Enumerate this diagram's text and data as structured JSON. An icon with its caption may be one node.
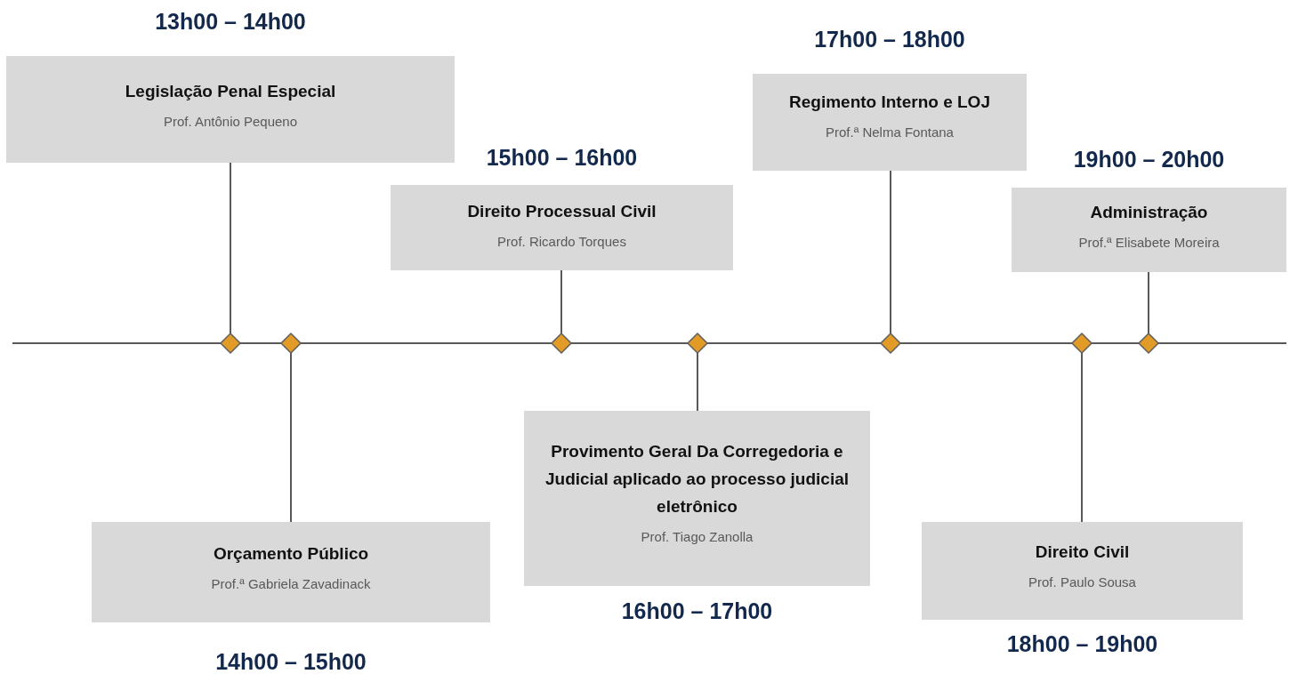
{
  "diagram": {
    "nodes": [
      {
        "text": [
          "Legislação Penal Especial",
          "Prof. Antônio Pequeno"
        ],
        "beside": [
          "13h00 – 14h00"
        ]
      },
      {
        "text": [
          "Orçamento Público",
          "Prof.ª Gabriela Zavadinack"
        ],
        "beside": [
          "14h00 – 15h00"
        ]
      },
      {
        "text": [
          "Direito Processual Civil",
          "Prof. Ricardo Torques"
        ],
        "beside": [
          "15h00 – 16h00"
        ]
      },
      {
        "text": [
          "Provimento Geral Da Corregedoria e Judicial aplicado ao processo judicial eletrônico",
          "Prof. Tiago Zanolla"
        ],
        "beside": [
          "16h00 – 17h00"
        ]
      },
      {
        "text": [
          "Regimento Interno e LOJ",
          "Prof.ª Nelma Fontana"
        ],
        "beside": [
          "17h00 – 18h00"
        ]
      },
      {
        "text": [
          "Direito Civil",
          "Prof. Paulo Sousa"
        ],
        "beside": [
          "18h00 – 19h00"
        ]
      },
      {
        "text": [
          "Administração",
          "Prof.ª Elisabete Moreira"
        ],
        "beside": [
          "19h00 – 20h00"
        ]
      },
      {
        "text": [],
        "shape": "diamond"
      },
      {
        "text": [],
        "shape": "diamond"
      },
      {
        "text": [],
        "shape": "diamond"
      },
      {
        "text": [],
        "shape": "diamond"
      },
      {
        "text": [],
        "shape": "diamond"
      },
      {
        "text": [],
        "shape": "diamond"
      },
      {
        "text": [],
        "shape": "diamond"
      }
    ],
    "edges": [
      {
        "from": 0,
        "to": 7,
        "arrow": "none"
      },
      {
        "from": 1,
        "to": 8,
        "arrow": "none"
      },
      {
        "from": 2,
        "to": 9,
        "arrow": "none"
      },
      {
        "from": 3,
        "to": 10,
        "arrow": "none"
      },
      {
        "from": 4,
        "to": 11,
        "arrow": "none"
      },
      {
        "from": 5,
        "to": 12,
        "arrow": "none"
      },
      {
        "from": 6,
        "to": 13,
        "arrow": "none"
      }
    ]
  }
}
